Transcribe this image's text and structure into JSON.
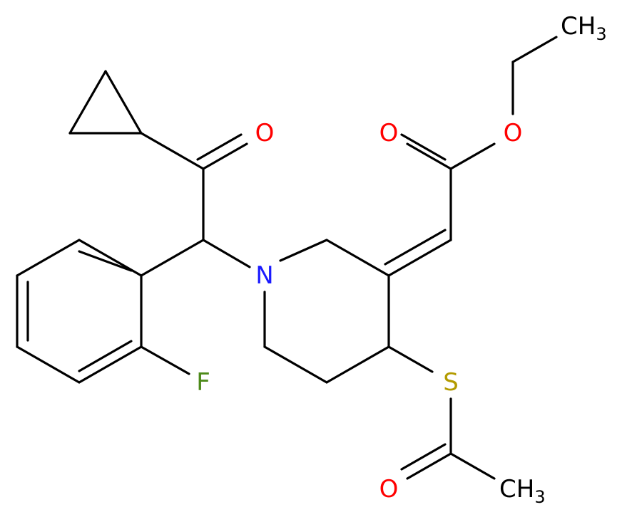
{
  "molecule": {
    "labels": {
      "carbonyl_o_ketone": "O",
      "nitrogen": "N",
      "fluorine": "F",
      "sulfur": "S",
      "carbonyl_o_thioester": "O",
      "ch3_thioester_c": "CH",
      "ch3_thioester_sub": "3",
      "carbonyl_o_ester": "O",
      "ester_o": "O",
      "ch3_ethyl_c": "CH",
      "ch3_ethyl_sub": "3"
    },
    "colors": {
      "bond": "#000000",
      "oxygen": "#ff0000",
      "nitrogen": "#1a1aff",
      "fluorine": "#4d8a1a",
      "sulfur": "#b39b00",
      "carbon": "#000000"
    }
  }
}
